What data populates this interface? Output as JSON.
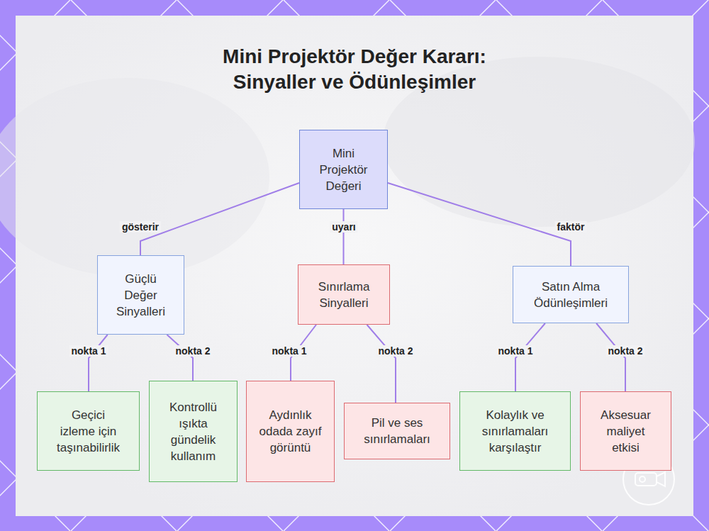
{
  "diagram": {
    "title": "Mini Projektör Değer Kararı: Sinyaller ve Ödünleşimler",
    "nodes": [
      {
        "text": [
          "Mini Projektör Değeri"
        ]
      },
      {
        "text": [
          "Güçlü Değer Sinyalleri"
        ]
      },
      {
        "text": [
          "Sınırlama Sinyalleri"
        ]
      },
      {
        "text": [
          "Satın Alma Ödünleşimleri"
        ]
      },
      {
        "text": [
          "Geçici izleme için taşınabilirlik"
        ]
      },
      {
        "text": [
          "Kontrollü ışıkta gündelik kullanım"
        ]
      },
      {
        "text": [
          "Aydınlık odada zayıf görüntü"
        ]
      },
      {
        "text": [
          "Pil ve ses sınırlamaları"
        ]
      },
      {
        "text": [
          "Kolaylık ve sınırlamaları karşılaştır"
        ]
      },
      {
        "text": [
          "Aksesuar maliyet etkisi"
        ]
      }
    ],
    "edges": [
      {
        "from": 0,
        "to": 1,
        "label": "gösterir",
        "arrow": "none"
      },
      {
        "from": 0,
        "to": 2,
        "label": "uyarı",
        "arrow": "none"
      },
      {
        "from": 0,
        "to": 3,
        "label": "faktör",
        "arrow": "none"
      },
      {
        "from": 1,
        "to": 4,
        "label": "nokta 1",
        "arrow": "none"
      },
      {
        "from": 1,
        "to": 5,
        "label": "nokta 2",
        "arrow": "none"
      },
      {
        "from": 2,
        "to": 6,
        "label": "nokta 1",
        "arrow": "none"
      },
      {
        "from": 2,
        "to": 7,
        "label": "nokta 2",
        "arrow": "none"
      },
      {
        "from": 3,
        "to": 8,
        "label": "nokta 1",
        "arrow": "none"
      },
      {
        "from": 3,
        "to": 9,
        "label": "nokta 2",
        "arrow": "none"
      }
    ]
  }
}
